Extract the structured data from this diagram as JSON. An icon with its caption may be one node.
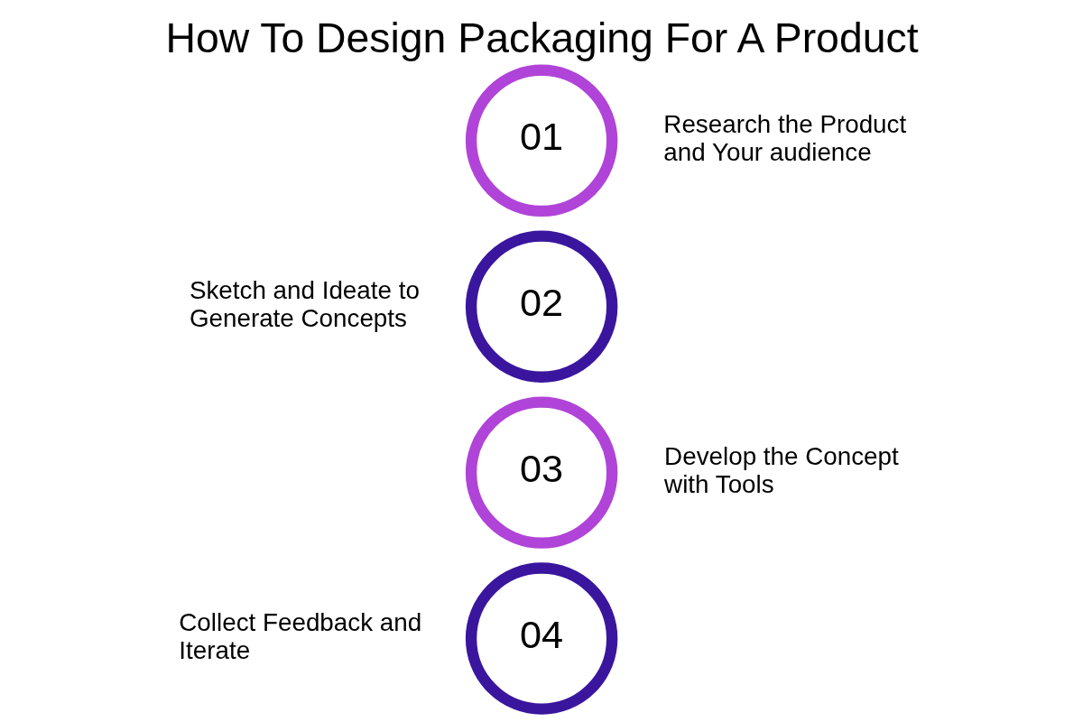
{
  "diagram": {
    "title": "How To Design Packaging For A Product",
    "nodes": [
      {
        "text": [
          "01"
        ],
        "beside": [
          "Research the Product and Your audience"
        ]
      },
      {
        "text": [
          "02"
        ],
        "beside": [
          "Sketch and Ideate to Generate Concepts"
        ]
      },
      {
        "text": [
          "03"
        ],
        "beside": [
          "Develop the Concept with Tools"
        ]
      },
      {
        "text": [
          "04"
        ],
        "beside": [
          "Collect Feedback and Iterate"
        ]
      }
    ],
    "edges": []
  }
}
